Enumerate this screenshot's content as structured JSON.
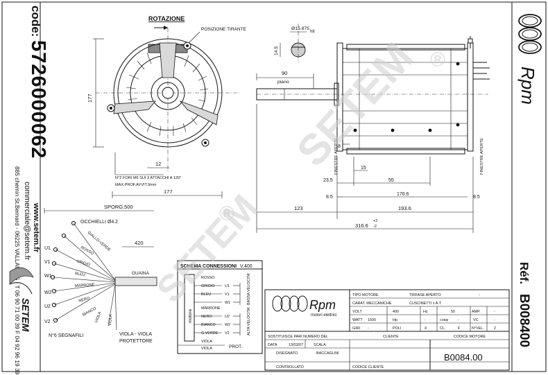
{
  "left_strip": {
    "code_label": "code:",
    "code_value": "5726000062",
    "website": "www.setem.fr",
    "email": "commerciale@setem.fr",
    "address": "885 chemin St.Bernard - 06225 VALLAURIS - T 06 90 71 00 39 F 04 92 96 19 39",
    "setem_logo_text": "SETEM"
  },
  "right_strip": {
    "brand": "Rpm",
    "ref_label": "Réf.",
    "ref_value": "B008400"
  },
  "front_view": {
    "rotation_label": "ROTAZIONE",
    "tie_rod_label": "POSIZIONE TIRANTE",
    "height_dim": "177",
    "width_dim": "177",
    "dim_12": "12",
    "holes_note": "N°2 FORI M6 SUI 3 ATTACCHI A 120°",
    "max_screw_note": "MAX.PROF.AVVIT.9mm"
  },
  "shaft_detail": {
    "diameter": "Ø15.875",
    "tolerance": "h8",
    "key_height": "14.5"
  },
  "side_view": {
    "dim_90": "90",
    "piano_label": "piano",
    "dim_8": "8",
    "dim_15": "15",
    "dim_23_5": "23.5",
    "dim_55": "55",
    "dim_8_5_left": "8.5",
    "dim_176_6": "176.6",
    "dim_8_5_right": "8.5",
    "dim_123": "123",
    "dim_193_6": "193.6",
    "dim_316_6": "316.6",
    "tol_plus": "+2",
    "tol_minus": "-2",
    "window_left": "FINESTRE APERTE",
    "window_right": "FINESTRE APERTE"
  },
  "wiring": {
    "sporg_label": "SPORG.500",
    "occhielli_label": "OCCHIELLI Ø4.2",
    "dim_420": "420",
    "guaina_label": "GUAINA",
    "sheath_note_1": "VIOLA - VIOLA",
    "sheath_note_2": "PROTETTORE",
    "segnafili_label": "N°6 SEGNAFILI",
    "terminals": [
      "U1",
      "V1",
      "W1",
      "U2",
      "W2",
      "V2"
    ],
    "wire_colors": [
      "GIALLO-VERDE",
      "ROSSO",
      "GRIGIO",
      "BLEU",
      "MARRONE",
      "NERO",
      "BIANCO",
      "VIOLA",
      "VIOLA"
    ]
  },
  "schema": {
    "title": "SCHEMA CONNESSIONI",
    "voltage": "V.400",
    "motor_label": "motore",
    "rows": [
      {
        "color": "ROSSO",
        "term": ""
      },
      {
        "color": "GRIGIO",
        "term": "U1"
      },
      {
        "color": "BLEU",
        "term": "V1"
      },
      {
        "color": "",
        "term": "W1"
      },
      {
        "color": "MARRONE",
        "term": ""
      },
      {
        "color": "NERO",
        "term": "U2"
      },
      {
        "color": "BIANCO",
        "term": "W2"
      },
      {
        "color": "G.VERDE",
        "term": "V2"
      },
      {
        "color": "VIOLA",
        "term": ""
      },
      {
        "color": "VIOLA",
        "term": ""
      }
    ],
    "low_speed": "BASSA VELOCITA'",
    "high_speed": "ALTA VELOCITA'",
    "prot_label": "PROT."
  },
  "title_block": {
    "brand": "Rpm",
    "brand_sub": "motori elettrici",
    "rows": [
      {
        "label": "TIPO MOTORE",
        "value": "TRIFASE APERTO",
        "extra": [
          "-"
        ]
      },
      {
        "label": "CARAT. MECCANICHE",
        "value": "CUSCINETTI x A.T.",
        "extra": []
      },
      {
        "label": "VOLT",
        "value": "400",
        "extra": [
          "Hz",
          "50",
          "AMP.",
          "-"
        ]
      },
      {
        "label": "WATT",
        "value": "1500",
        "extra": [
          "Hp",
          "-",
          "cosφ",
          "-",
          "VC",
          "-"
        ]
      },
      {
        "label": "GIRI",
        "value": "-",
        "extra": [
          "POLI",
          "4",
          "CL.",
          "F",
          "N°VEL.",
          "2"
        ]
      }
    ],
    "sostituisce": "SOSTITUISCE PARI NUMERO DEL",
    "data_label": "DATA",
    "data_value": "13/03/07",
    "scala_label": "SCALA",
    "cliente_label": "CLIENTE",
    "codice_motore_label": "CODICE MOTORE",
    "disegnato_label": "DISEGNATO",
    "disegnato_value": "BACCAGLINI",
    "controllato_label": "CONTROLLATO",
    "codice_cliente_label": "CODICE CLIENTE",
    "motor_code": "B0084.00"
  },
  "watermark": {
    "text": "SETEM",
    "symbol": "®"
  }
}
